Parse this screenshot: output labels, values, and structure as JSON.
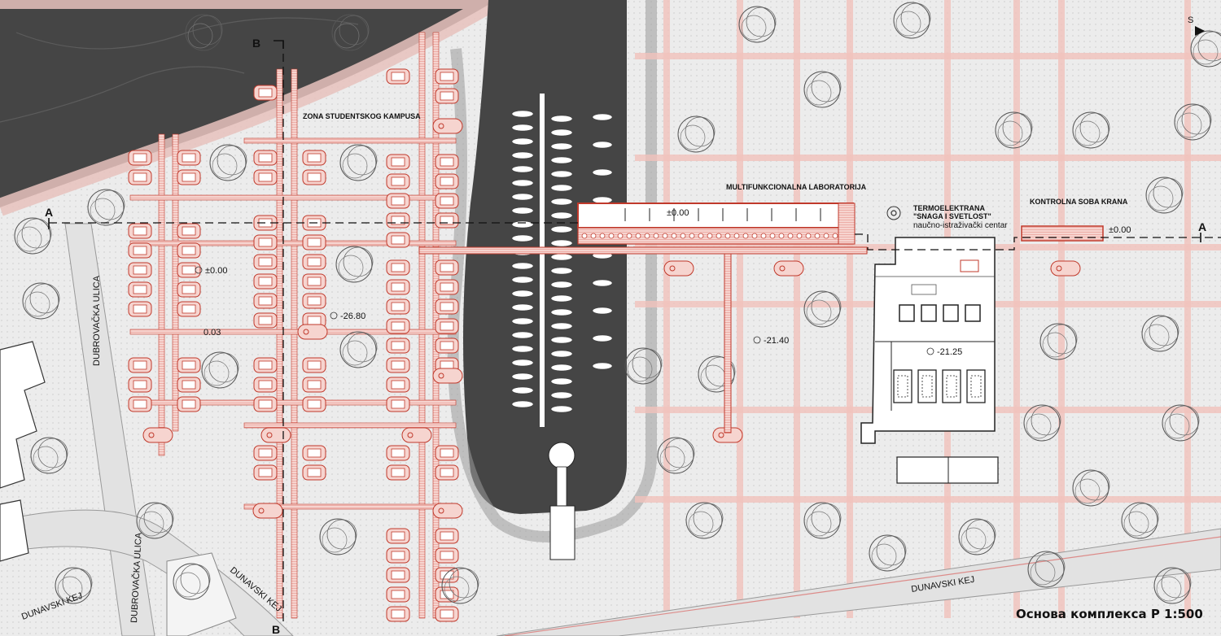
{
  "labels": {
    "zona_kampusa": "ZONA STUDENTSKOG KAMPUSA",
    "laboratorija": "MULTIFUNKCIONALNA LABORATORIJA",
    "termoelektrana_1": "TERMOELEKTRANA",
    "termoelektrana_2": "\"SNAGA I SVETLOST\"",
    "termoelektrana_3": "naučno-istraživački centar",
    "kontrolna_soba": "KONTROLNA SOBA KRANA",
    "dubrovacka_ulica_1": "DUBROVAČKA ULICA",
    "dubrovacka_ulica_2": "DUBROVAČKA ULICA",
    "dunavski_kej_1": "DUNAVSKI KEJ",
    "dunavski_kej_2": "DUNAVSKI KEJ",
    "dunavski_kej_3": "DUNAVSKI KEJ"
  },
  "section_markers": {
    "a_left": "A",
    "a_right": "A",
    "b_top": "B",
    "b_bottom": "B"
  },
  "elevations": {
    "lab": "±0.00",
    "crane": "±0.00",
    "campus": "±0.00",
    "campus_low": "0.03",
    "campus_ground": "-26.80",
    "center_ground": "-21.40",
    "plant_ground": "-21.25"
  },
  "north": "S",
  "title": "Основа комплекса Р 1:500",
  "colors": {
    "river": "#454545",
    "ground": "#ececec",
    "path_red": "#c0392b",
    "path_fill": "#f3c9c4",
    "ink": "#222222"
  }
}
